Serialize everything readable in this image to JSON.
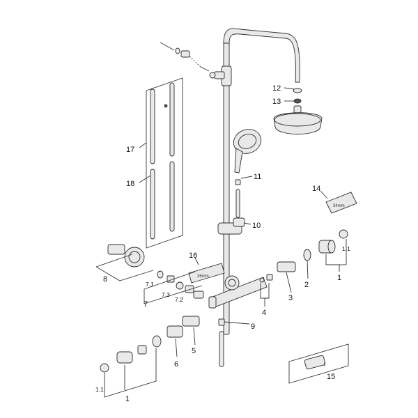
{
  "labels": {
    "p1_left": "1",
    "p1_1_left": "1.1",
    "p1_right": "1",
    "p1_1_right": "1.1",
    "p2": "2",
    "p3": "3",
    "p4": "4",
    "p5": "5",
    "p6": "6",
    "p7": "7",
    "p7_1": "7.1",
    "p7_2": "7.2",
    "p7_3": "7.3",
    "p8": "8",
    "p9": "9",
    "p10": "10",
    "p11": "11",
    "p12": "12",
    "p13": "13",
    "p14": "14",
    "p15": "15",
    "p16": "16",
    "p17": "17",
    "p18": "18"
  },
  "tool_text": {
    "wrench_size": "36mm",
    "key_size": "34mm"
  }
}
